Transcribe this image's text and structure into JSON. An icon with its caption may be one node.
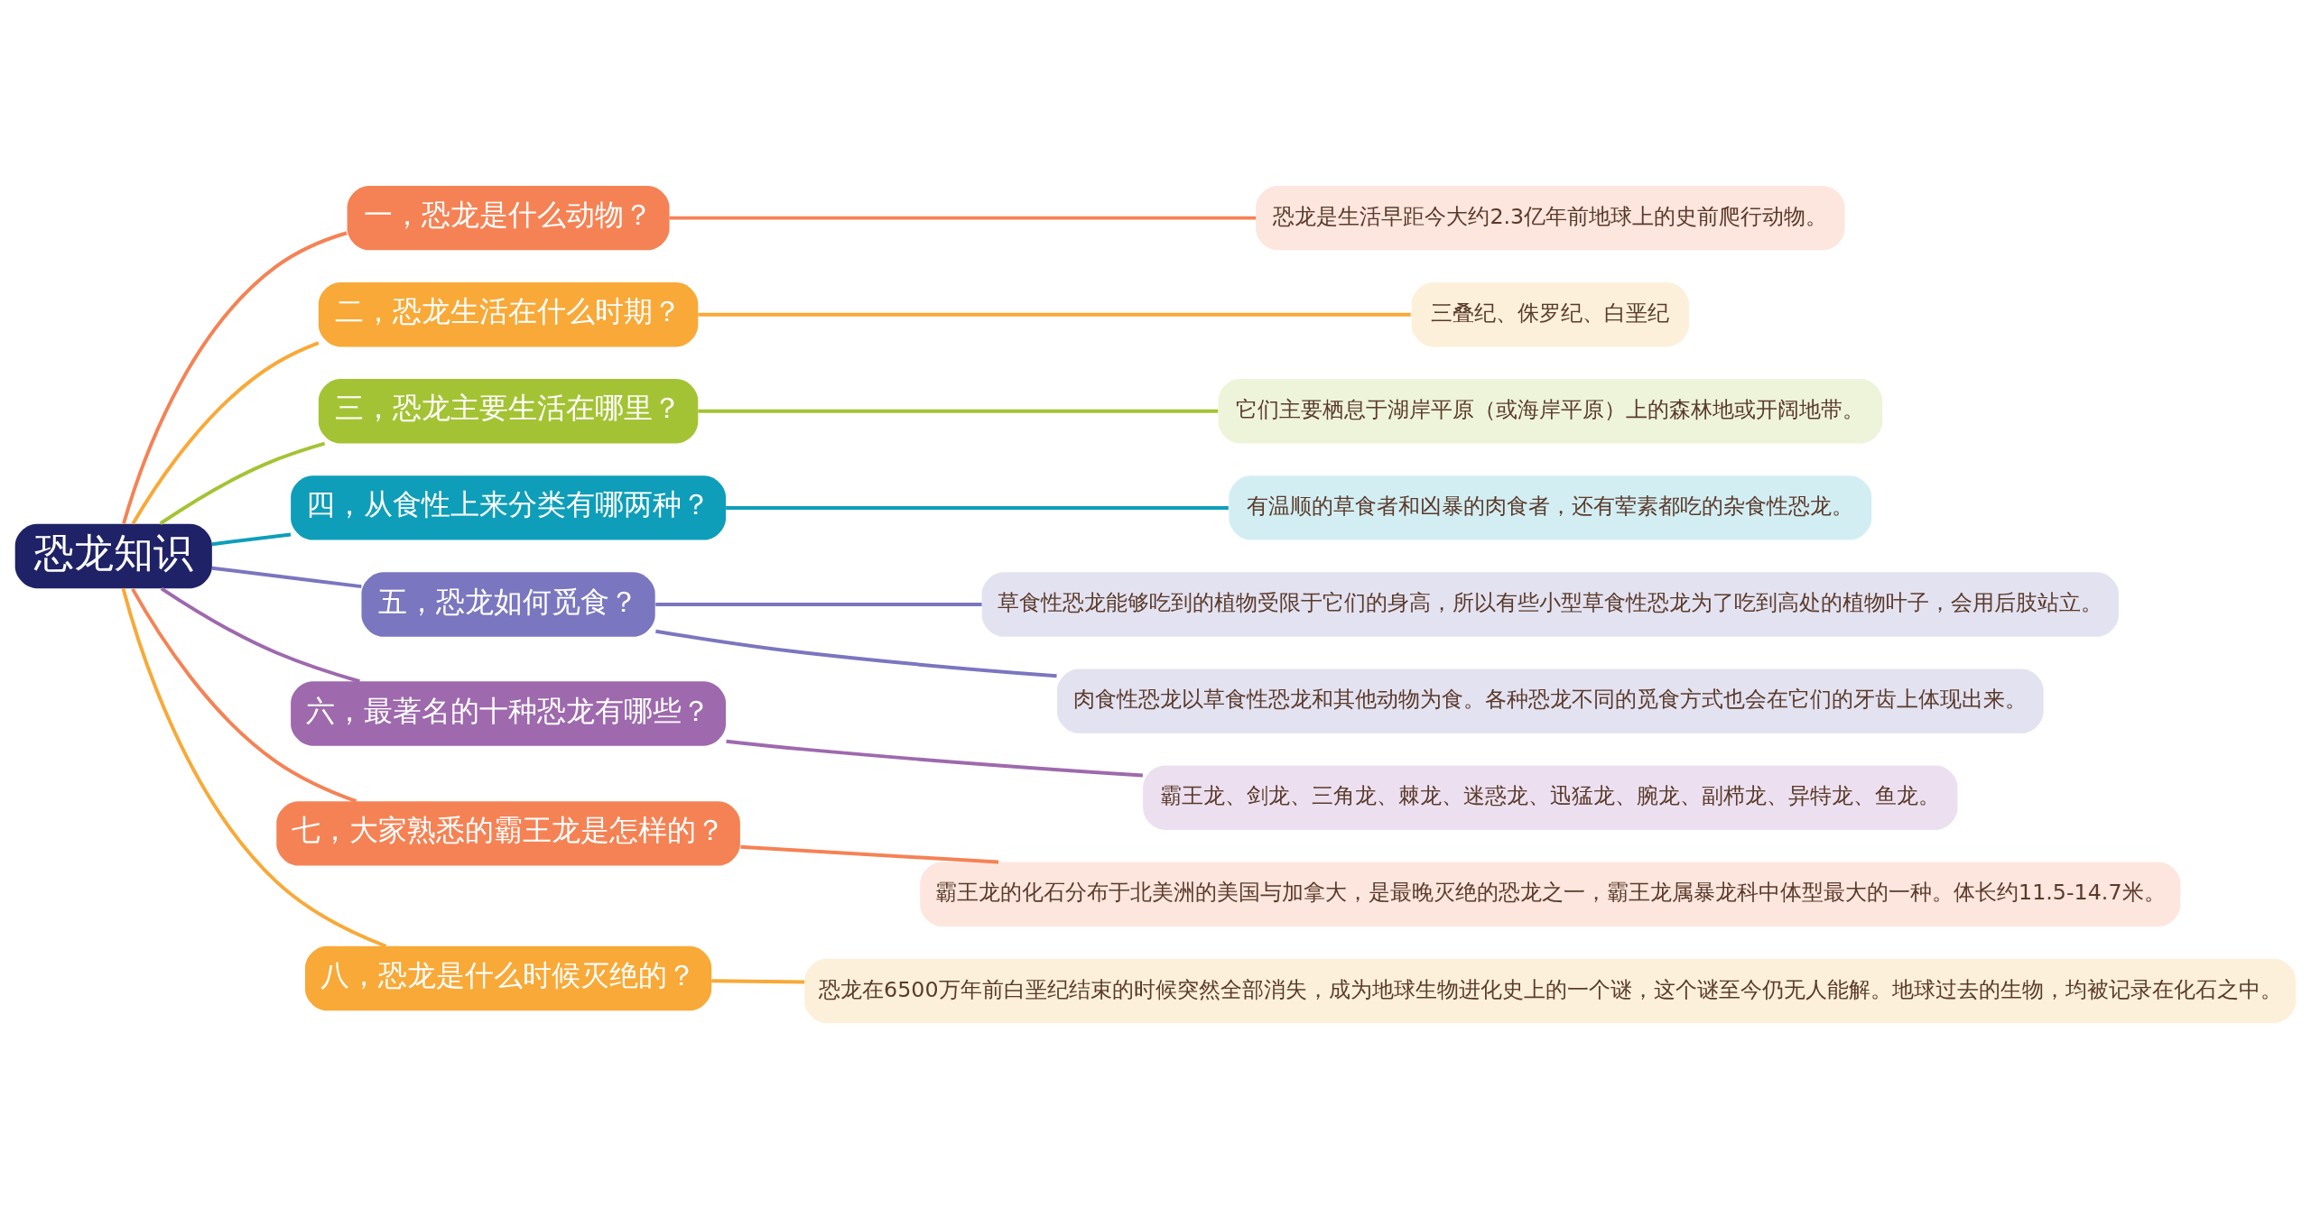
{
  "diagram": {
    "nodes": [
      {
        "text": [
          "恐龙知识"
        ]
      },
      {
        "text": [
          "一，恐龙是什么动物？"
        ]
      },
      {
        "text": [
          "恐龙是生活早距今大约2.3亿年前地球上的史前爬行动物。"
        ]
      },
      {
        "text": [
          "二，恐龙生活在什么时期？"
        ]
      },
      {
        "text": [
          "三叠纪、侏罗纪、白垩纪"
        ]
      },
      {
        "text": [
          "三，恐龙主要生活在哪里？"
        ]
      },
      {
        "text": [
          "它们主要栖息于湖岸平原（或海岸平原）上的森林地或开阔地带。"
        ]
      },
      {
        "text": [
          "四，从食性上来分类有哪两种？"
        ]
      },
      {
        "text": [
          "有温顺的草食者和凶暴的肉食者，还有荤素都吃的杂食性恐龙。"
        ]
      },
      {
        "text": [
          "五，恐龙如何觅食？"
        ]
      },
      {
        "text": [
          "草食性恐龙能够吃到的植物受限于它们的身高，所以有些小型草食性恐龙为了吃到高处的植物叶子，会用后肢站立。"
        ]
      },
      {
        "text": [
          "肉食性恐龙以草食性恐龙和其他动物为食。各种恐龙不同的觅食方式也会在它们的牙齿上体现出来。"
        ]
      },
      {
        "text": [
          "六，最著名的十种恐龙有哪些？"
        ]
      },
      {
        "text": [
          "霸王龙、剑龙、三角龙、棘龙、迷惑龙、迅猛龙、腕龙、副栉龙、异特龙、鱼龙。"
        ]
      },
      {
        "text": [
          "七，大家熟悉的霸王龙是怎样的？"
        ]
      },
      {
        "text": [
          "霸王龙的化石分布于北美洲的美国与加拿大，是最晚灭绝的恐龙之一，霸王龙属暴龙科中体型最大的一种。体长约11.5-14.7米。"
        ]
      },
      {
        "text": [
          "八，恐龙是什么时候灭绝的？"
        ]
      },
      {
        "text": [
          "恐龙在6500万年前白垩纪结束的时候突然全部消失，成为地球生物进化史上的一个谜，这个谜至今仍无人能解。地球过去的生物，均被记录在化石之中。"
        ]
      }
    ],
    "edges": [
      {
        "from": 0,
        "to": 1,
        "arrow": "none",
        "color": "#f58254"
      },
      {
        "from": 1,
        "to": 2,
        "arrow": "none",
        "color": "#f58254"
      },
      {
        "from": 0,
        "to": 3,
        "arrow": "none",
        "color": "#f8a937"
      },
      {
        "from": 3,
        "to": 4,
        "arrow": "none",
        "color": "#f8a937"
      },
      {
        "from": 0,
        "to": 5,
        "arrow": "none",
        "color": "#a4c334"
      },
      {
        "from": 5,
        "to": 6,
        "arrow": "none",
        "color": "#a4c334"
      },
      {
        "from": 0,
        "to": 7,
        "arrow": "none",
        "color": "#0e9eb9"
      },
      {
        "from": 7,
        "to": 8,
        "arrow": "none",
        "color": "#0e9eb9"
      },
      {
        "from": 0,
        "to": 9,
        "arrow": "none",
        "color": "#7a76bf"
      },
      {
        "from": 9,
        "to": 10,
        "arrow": "none",
        "color": "#7a76bf"
      },
      {
        "from": 9,
        "to": 11,
        "arrow": "none",
        "color": "#7a76bf"
      },
      {
        "from": 0,
        "to": 12,
        "arrow": "none",
        "color": "#9e69ad"
      },
      {
        "from": 12,
        "to": 13,
        "arrow": "none",
        "color": "#9e69ad"
      },
      {
        "from": 0,
        "to": 14,
        "arrow": "none",
        "color": "#f58254"
      },
      {
        "from": 14,
        "to": 15,
        "arrow": "none",
        "color": "#f58254"
      },
      {
        "from": 0,
        "to": 16,
        "arrow": "none",
        "color": "#f8a937"
      },
      {
        "from": 16,
        "to": 17,
        "arrow": "none",
        "color": "#f8a937"
      }
    ]
  }
}
